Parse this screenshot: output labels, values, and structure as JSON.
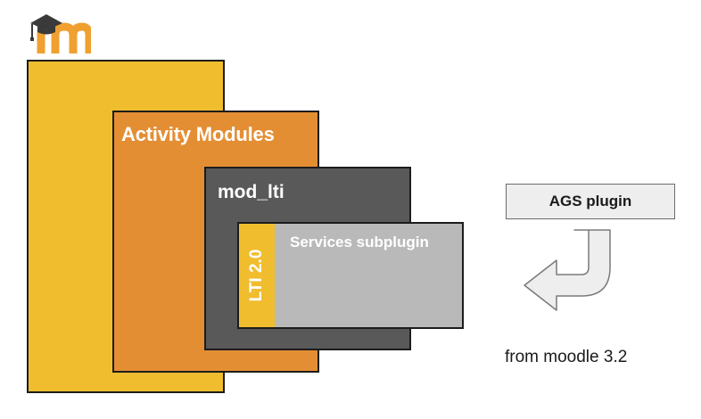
{
  "logo": {
    "icon": "moodle-logo-icon",
    "colors": {
      "m": "#f0a030",
      "cap": "#3a3a3a"
    }
  },
  "boxes": {
    "moodle": {
      "color": "#f0bd2e"
    },
    "activity_modules": {
      "label": "Activity Modules",
      "color": "#e48e34"
    },
    "mod_lti": {
      "label": "mod_lti",
      "color": "#595959"
    },
    "services_subplugin": {
      "label": "Services subplugin",
      "color": "#b9b9b9"
    },
    "lti_version": {
      "label": "LTI 2.0",
      "color": "#f0bd2e"
    }
  },
  "ags_plugin": {
    "label": "AGS plugin"
  },
  "arrow": {
    "icon": "curved-arrow-icon"
  },
  "note": {
    "text": "from moodle 3.2"
  }
}
